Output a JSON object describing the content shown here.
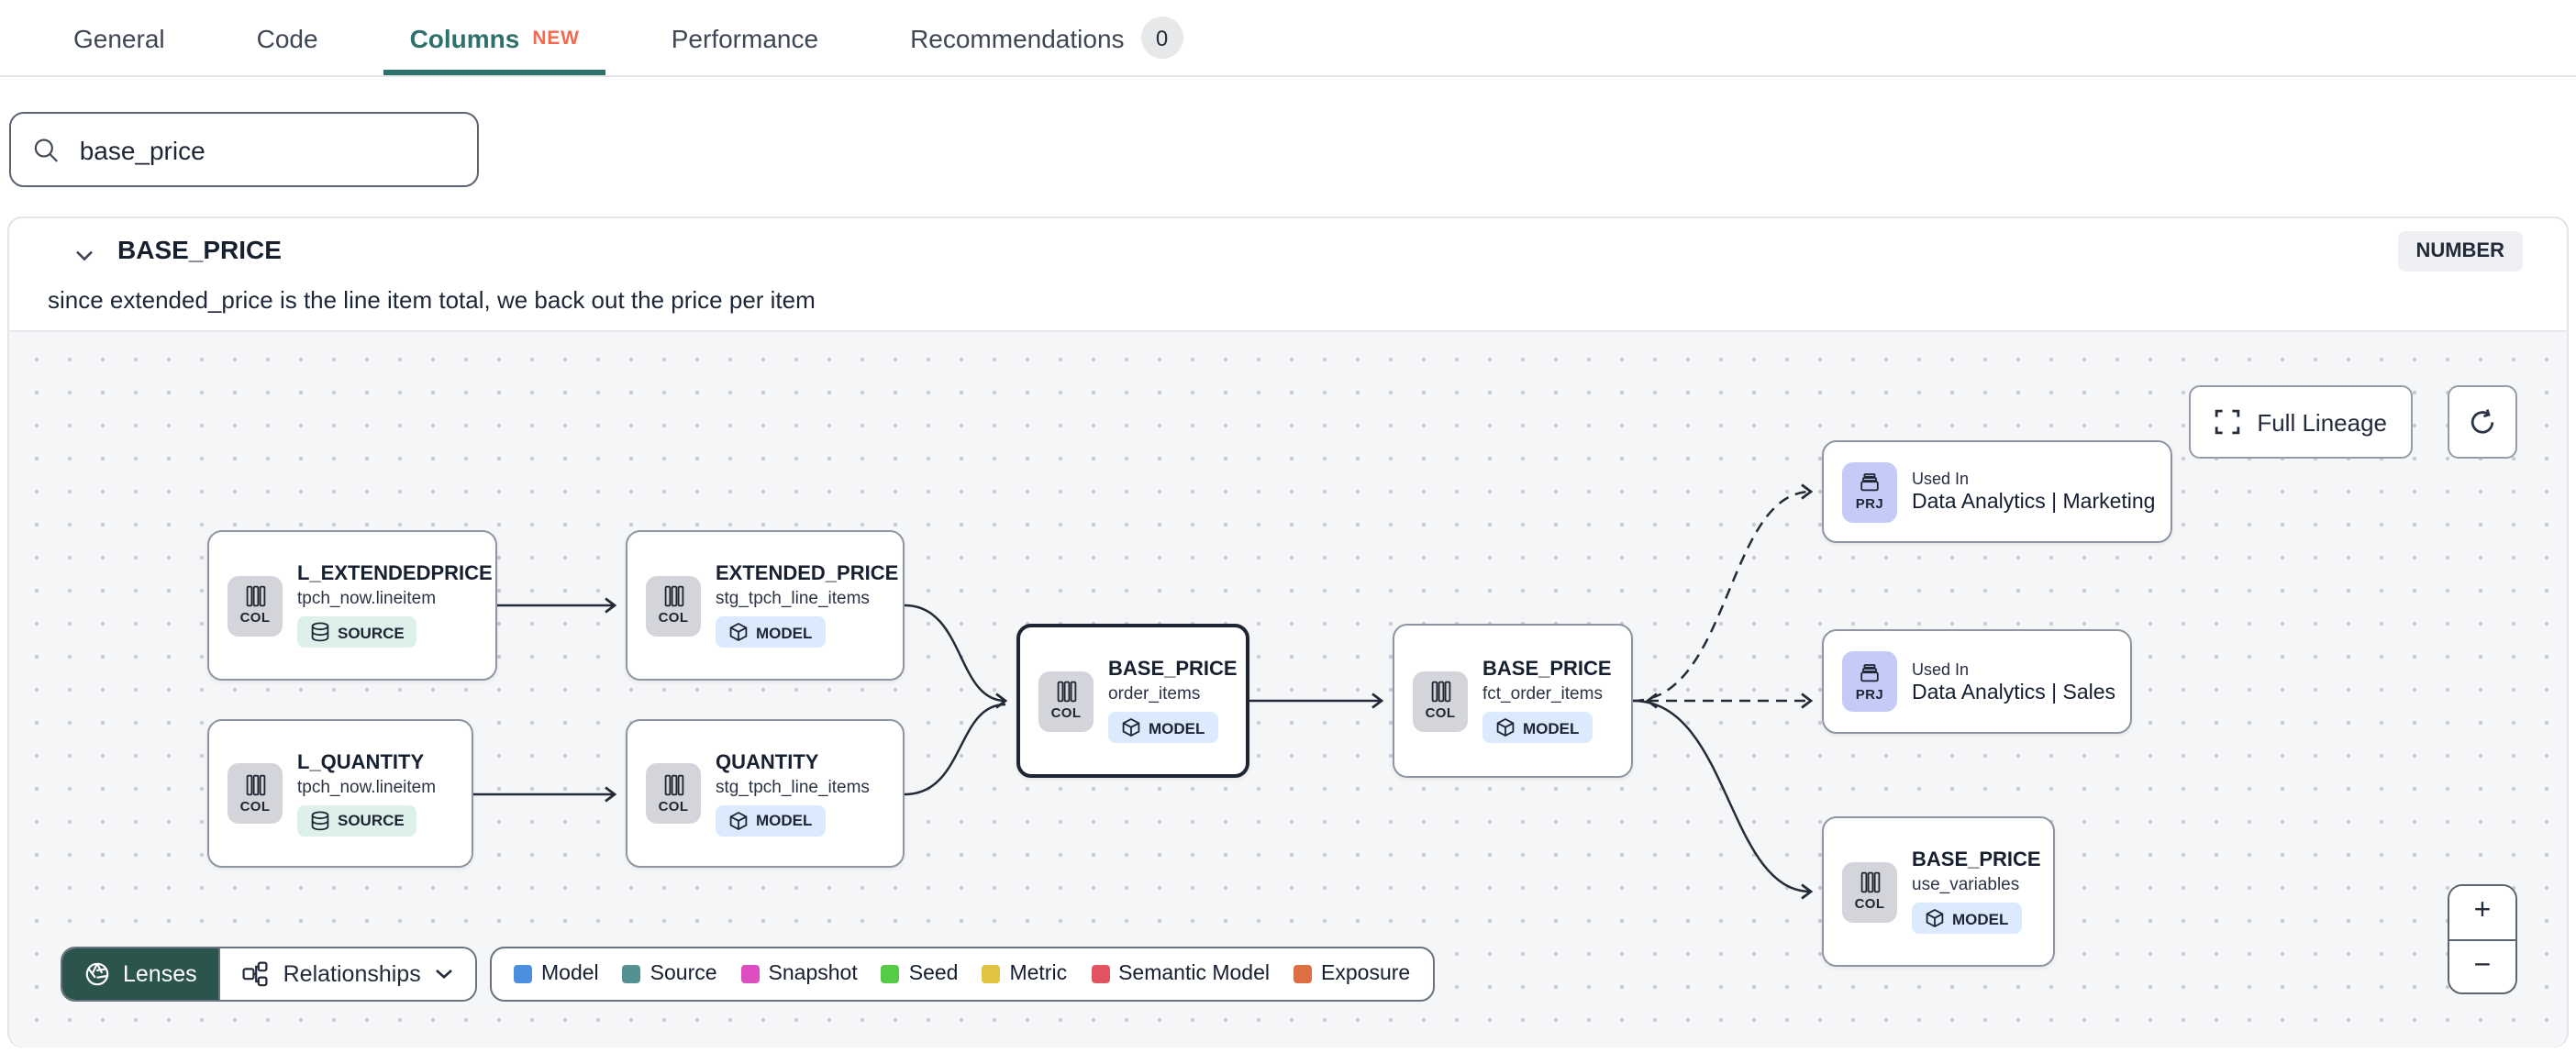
{
  "tabs": {
    "items": [
      {
        "label": "General"
      },
      {
        "label": "Code"
      },
      {
        "label": "Columns",
        "badge": "NEW"
      },
      {
        "label": "Performance"
      },
      {
        "label": "Recommendations",
        "count": "0"
      }
    ]
  },
  "search": {
    "value": "base_price"
  },
  "column_panel": {
    "name": "BASE_PRICE",
    "type": "NUMBER",
    "description": "since extended_price is the line item total, we back out the price per item"
  },
  "lineage": {
    "controls": {
      "full_lineage": "Full Lineage",
      "zoom_in": "+",
      "zoom_out": "−"
    },
    "nodes": [
      {
        "title": "L_EXTENDEDPRICE",
        "subtitle": "tpch_now.lineitem",
        "badge": "SOURCE",
        "icon_label": "COL"
      },
      {
        "title": "EXTENDED_PRICE",
        "subtitle": "stg_tpch_line_items",
        "badge": "MODEL",
        "icon_label": "COL"
      },
      {
        "title": "L_QUANTITY",
        "subtitle": "tpch_now.lineitem",
        "badge": "SOURCE",
        "icon_label": "COL"
      },
      {
        "title": "QUANTITY",
        "subtitle": "stg_tpch_line_items",
        "badge": "MODEL",
        "icon_label": "COL"
      },
      {
        "title": "BASE_PRICE",
        "subtitle": "order_items",
        "badge": "MODEL",
        "icon_label": "COL",
        "selected": true
      },
      {
        "title": "BASE_PRICE",
        "subtitle": "fct_order_items",
        "badge": "MODEL",
        "icon_label": "COL"
      },
      {
        "title": "BASE_PRICE",
        "subtitle": "use_variables",
        "badge": "MODEL",
        "icon_label": "COL"
      }
    ],
    "used_in": [
      {
        "label": "Used In",
        "name": "Data Analytics | Marketing",
        "icon_label": "PRJ"
      },
      {
        "label": "Used In",
        "name": "Data Analytics | Sales",
        "icon_label": "PRJ"
      }
    ],
    "toolbar": {
      "lenses": "Lenses",
      "relationships": "Relationships"
    },
    "legend": [
      {
        "label": "Model",
        "color": "#4b8ede"
      },
      {
        "label": "Source",
        "color": "#559191"
      },
      {
        "label": "Snapshot",
        "color": "#dd4ec0"
      },
      {
        "label": "Seed",
        "color": "#55cb47"
      },
      {
        "label": "Metric",
        "color": "#e2c442"
      },
      {
        "label": "Semantic Model",
        "color": "#e25560"
      },
      {
        "label": "Exposure",
        "color": "#dd6f42"
      }
    ]
  }
}
